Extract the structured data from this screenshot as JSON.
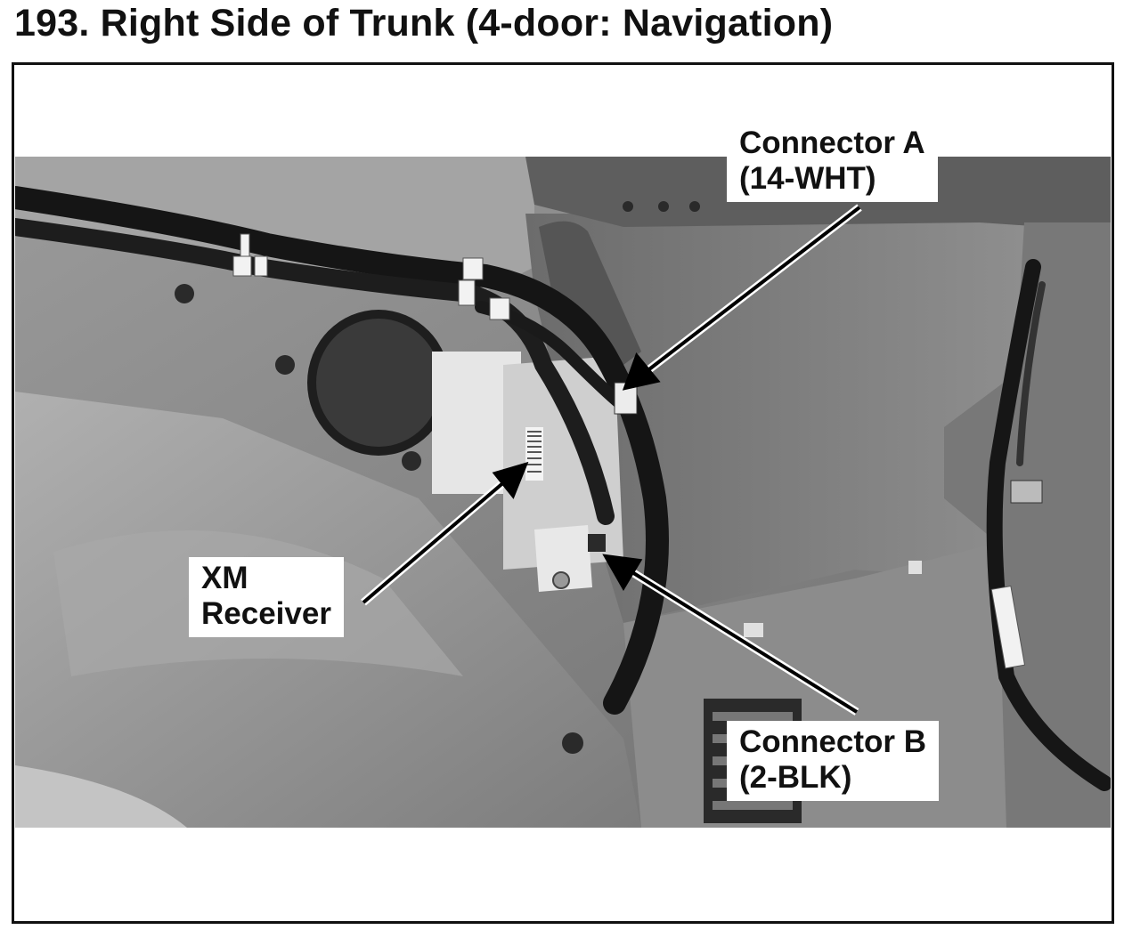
{
  "page": {
    "title": "193. Right Side of Trunk (4-door: Navigation)"
  },
  "callouts": {
    "connector_a": {
      "line1": "Connector A",
      "line2": "(14-WHT)"
    },
    "xm_receiver": {
      "line1": "XM",
      "line2": "Receiver"
    },
    "connector_b": {
      "line1": "Connector B",
      "line2": "(2-BLK)"
    }
  },
  "photo": {
    "description_icon": "trunk-interior-photo",
    "colors": {
      "background": "#8a8a8a",
      "panel": "#7a7a7a",
      "harness": "#1c1c1c",
      "receiver": "#d9d9d9"
    }
  }
}
